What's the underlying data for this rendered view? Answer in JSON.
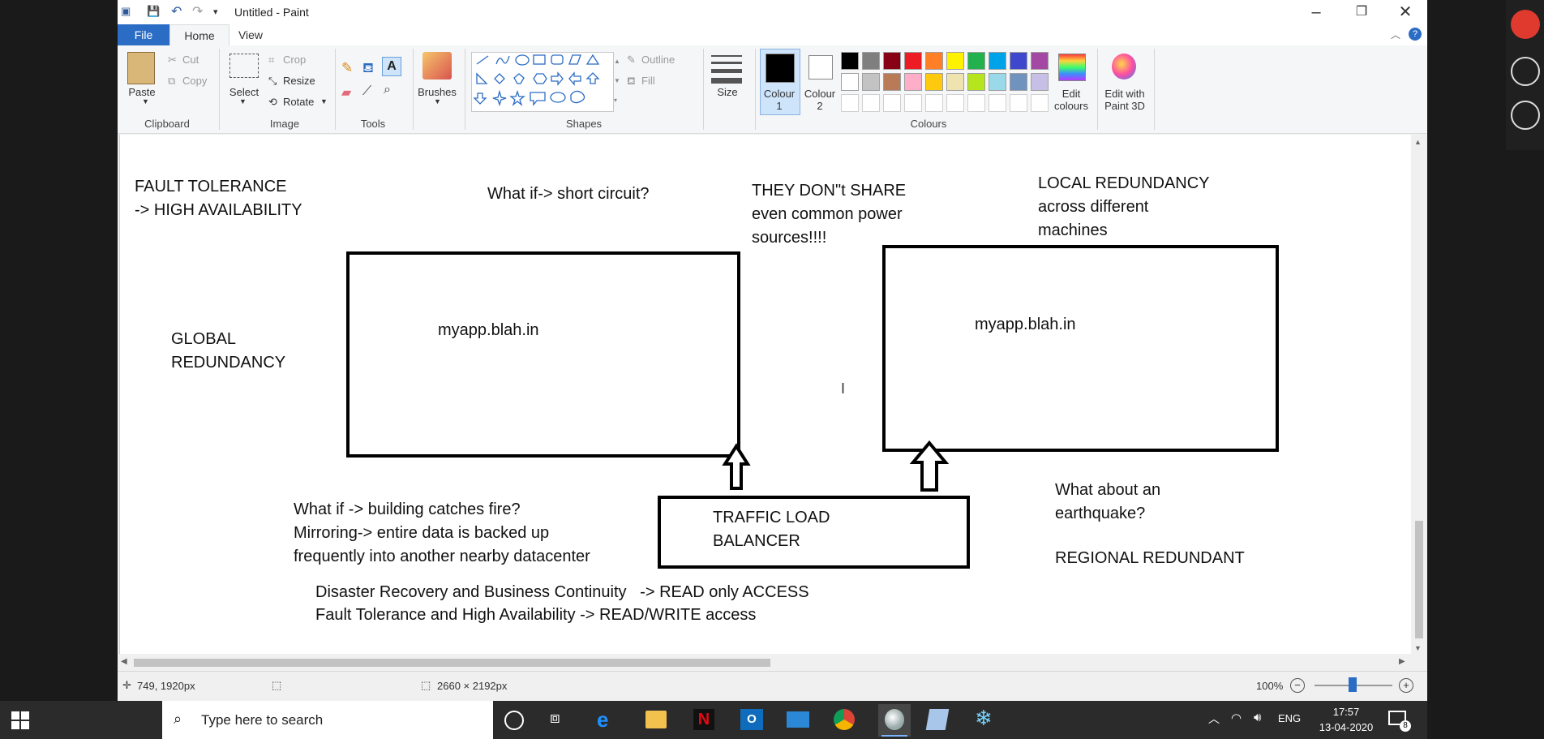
{
  "window": {
    "title": "Untitled - Paint"
  },
  "tabs": {
    "file": "File",
    "home": "Home",
    "view": "View"
  },
  "ribbon": {
    "clipboard": {
      "paste": "Paste",
      "cut": "Cut",
      "copy": "Copy",
      "label": "Clipboard"
    },
    "image": {
      "select": "Select",
      "crop": "Crop",
      "resize": "Resize",
      "rotate": "Rotate",
      "label": "Image"
    },
    "tools": {
      "label": "Tools"
    },
    "brushes": {
      "label": "Brushes"
    },
    "shapes": {
      "outline": "Outline",
      "fill": "Fill",
      "label": "Shapes"
    },
    "size": {
      "label": "Size"
    },
    "colours": {
      "colour1": "Colour 1",
      "colour2": "Colour 2",
      "edit": "Edit colours",
      "label": "Colours",
      "row1": [
        "#000000",
        "#7f7f7f",
        "#880015",
        "#ed1c24",
        "#ff7f27",
        "#fff200",
        "#22b14c",
        "#00a2e8",
        "#3f48cc",
        "#a349a4"
      ],
      "row2": [
        "#ffffff",
        "#c3c3c3",
        "#b97a57",
        "#ffaec9",
        "#ffc90e",
        "#efe4b0",
        "#b5e61d",
        "#99d9ea",
        "#7092be",
        "#c8bfe7"
      ]
    },
    "paint3d": "Edit with Paint 3D"
  },
  "canvas": {
    "fault_tolerance": "FAULT TOLERANCE\n-> HIGH AVAILABILITY",
    "short_circuit": "What if-> short circuit?",
    "dont_share": "THEY DON\"t SHARE\neven common power\nsources!!!!",
    "local_redundancy": "LOCAL REDUNDANCY\nacross different\nmachines",
    "global_redundancy": "GLOBAL\nREDUNDANCY",
    "box1_label": "myapp.blah.in",
    "box2_label": "myapp.blah.in",
    "fire": "What if -> building catches fire?\nMirroring-> entire data is backed up\nfrequently into another nearby datacenter",
    "load_balancer": "TRAFFIC LOAD\nBALANCER",
    "earthquake": "What about an\nearthquake?",
    "regional": "REGIONAL REDUNDANT",
    "dr_line1": "Disaster Recovery and Business Continuity   -> READ only ACCESS",
    "dr_line2": "Fault Tolerance and High Availability -> READ/WRITE access"
  },
  "status": {
    "position": "749, 1920px",
    "dimensions": "2660 × 2192px",
    "zoom": "100%"
  },
  "taskbar": {
    "search_placeholder": "Type here to search",
    "lang": "ENG",
    "time": "17:57",
    "date": "13-04-2020",
    "notif_count": "8"
  }
}
